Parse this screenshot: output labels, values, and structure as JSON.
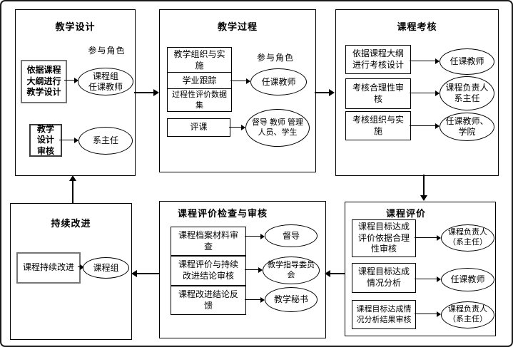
{
  "colors": {
    "line": "#000000",
    "background": "#ffffff",
    "muted_box_border": "#767676"
  },
  "diagram": {
    "sections": {
      "teaching_design": {
        "title": "教学设计",
        "role_label": "参与角色",
        "items": [
          {
            "step": "依据课程\n大纲进行\n教学设计",
            "role": "课程组\n任课教师"
          },
          {
            "step": "教学\n设计\n审核",
            "role": "系主任"
          }
        ]
      },
      "teaching_process": {
        "title": "教学过程",
        "role_label": "参与角色",
        "stacked_steps": [
          "教学组织与实\n施",
          "学业跟踪",
          "过程性评价数据\n集"
        ],
        "stacked_role": "任课教师",
        "items": [
          {
            "step": "评课",
            "role": "督导 教师 管理\n人员、学生"
          }
        ]
      },
      "course_assessment": {
        "title": "课程考核",
        "items": [
          {
            "step": "依据课程大纲\n进行考核设计",
            "role": "任课教师"
          },
          {
            "step": "考核合理性审\n核",
            "role": "课程负责人\n系主任"
          },
          {
            "step": "考核组织与实\n施",
            "role": "任课教师、\n学院"
          }
        ]
      },
      "course_evaluation": {
        "title": "课程评价",
        "items": [
          {
            "step": "课程目标达成\n评价依据合理\n性审核",
            "role": "课程负责人\n（系主任）"
          },
          {
            "step": "课程目标达成\n情况分析",
            "role": "任课教师"
          },
          {
            "step": "课程目标达成情\n况分析结果审核",
            "role": "课程负责人\n（系主任）"
          }
        ]
      },
      "evaluation_review": {
        "title": "课程评价检查与审核",
        "items": [
          {
            "step": "课程档案材料审\n查",
            "role": "督导"
          },
          {
            "step": "课程评价与持续\n改进结论审核",
            "role": "教学指导委员\n会"
          },
          {
            "step": "课程改进结论反\n馈",
            "role": "教学秘书"
          }
        ]
      },
      "continuous_improvement": {
        "title": "持续改进",
        "items": [
          {
            "step": "课程持续改进",
            "role": "课程组"
          }
        ]
      }
    }
  }
}
